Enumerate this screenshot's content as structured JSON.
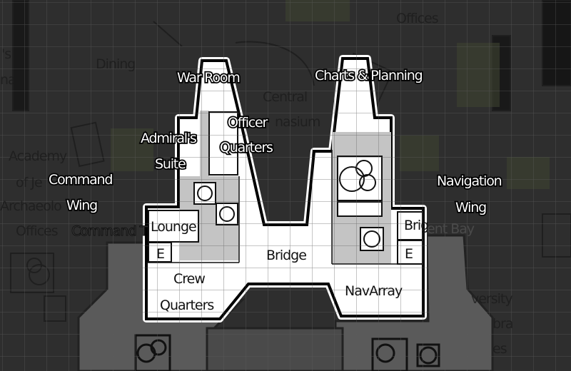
{
  "map": {
    "colors": {
      "background": "#2e2e2e",
      "grid": "#5c5c5c",
      "room": "#ffffff",
      "corridor": "#c4c4c4",
      "lower_deck": "#5a5a5a",
      "outline": "#000000"
    },
    "highlight_labels": {
      "war_room": "War Room",
      "charts": "Charts & Planning",
      "officer_1": "Officer",
      "officer_2": "Quarters",
      "admiral_1": "Admiral's",
      "admiral_2": "Suite",
      "command_1": "Command",
      "command_2": "Wing",
      "nav_1": "Navigation",
      "nav_2": "Wing"
    },
    "room_labels": {
      "lounge": "Lounge",
      "e_left": "E",
      "crew_1": "Crew",
      "crew_2": "Quarters",
      "bridge": "Bridge",
      "navarray": "NavArray",
      "brig": "Brig",
      "e_right": "E"
    },
    "background_labels": {
      "dining": "Dining",
      "offices_top": "Offices",
      "central": "Central",
      "gym": "nasium",
      "academy": "Academy",
      "of_je": "of Je",
      "archaeolo": "Archaeolo",
      "offices_left": "Offices",
      "command_t": "Command T",
      "ent_bay": "ent Bay",
      "s_frag": "'s",
      "na_frag": "na",
      "versity": "versity",
      "bra": "bra",
      "es": "es"
    }
  }
}
